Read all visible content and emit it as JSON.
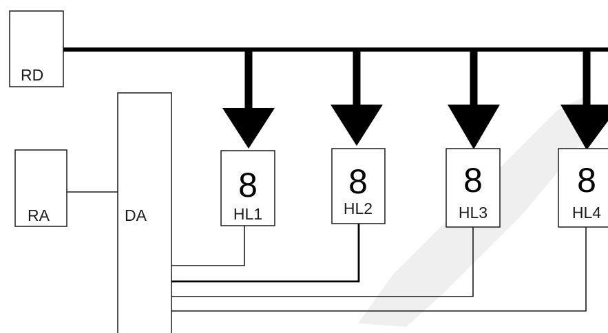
{
  "blocks": {
    "rd": "RD",
    "ra": "RA",
    "da": "DA"
  },
  "indicators": [
    {
      "digit": "8",
      "label": "HL1"
    },
    {
      "digit": "8",
      "label": "HL2"
    },
    {
      "digit": "8",
      "label": "HL3"
    },
    {
      "digit": "8",
      "label": "HL4"
    }
  ]
}
